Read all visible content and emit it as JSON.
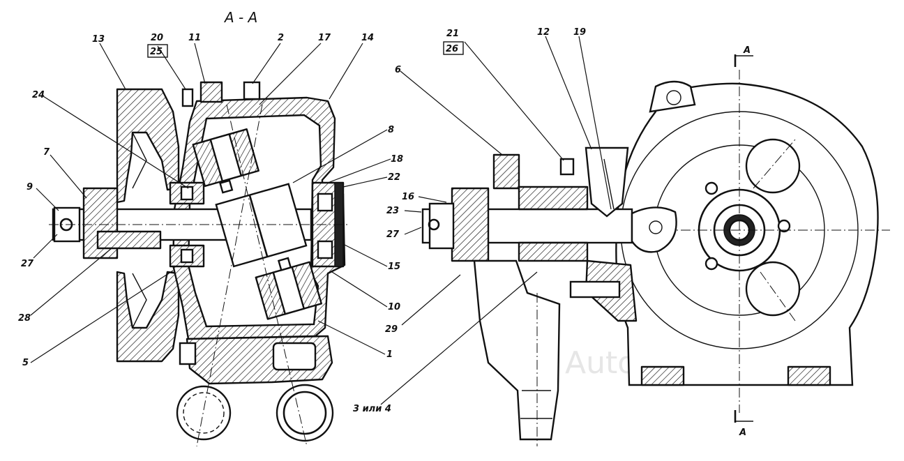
{
  "drawing": {
    "section_title": "А - А",
    "watermark": "AutoSoft",
    "section_marks": [
      "A",
      "A"
    ],
    "left_view_labels": {
      "l13": "13",
      "l20": "20",
      "l25": "25",
      "l11": "11",
      "l2": "2",
      "l17": "17",
      "l14": "14",
      "l24": "24",
      "l8": "8",
      "l18": "18",
      "l22": "22",
      "l7": "7",
      "l9": "9",
      "l27": "27",
      "l15": "15",
      "l10": "10",
      "l28": "28",
      "l5": "5",
      "l1": "1"
    },
    "right_view_labels": {
      "l6": "6",
      "l21": "21",
      "l26": "26",
      "l12": "12",
      "l19": "19",
      "l16": "16",
      "l23": "23",
      "l27": "27",
      "l29": "29",
      "l3or4": "3 или 4"
    }
  }
}
